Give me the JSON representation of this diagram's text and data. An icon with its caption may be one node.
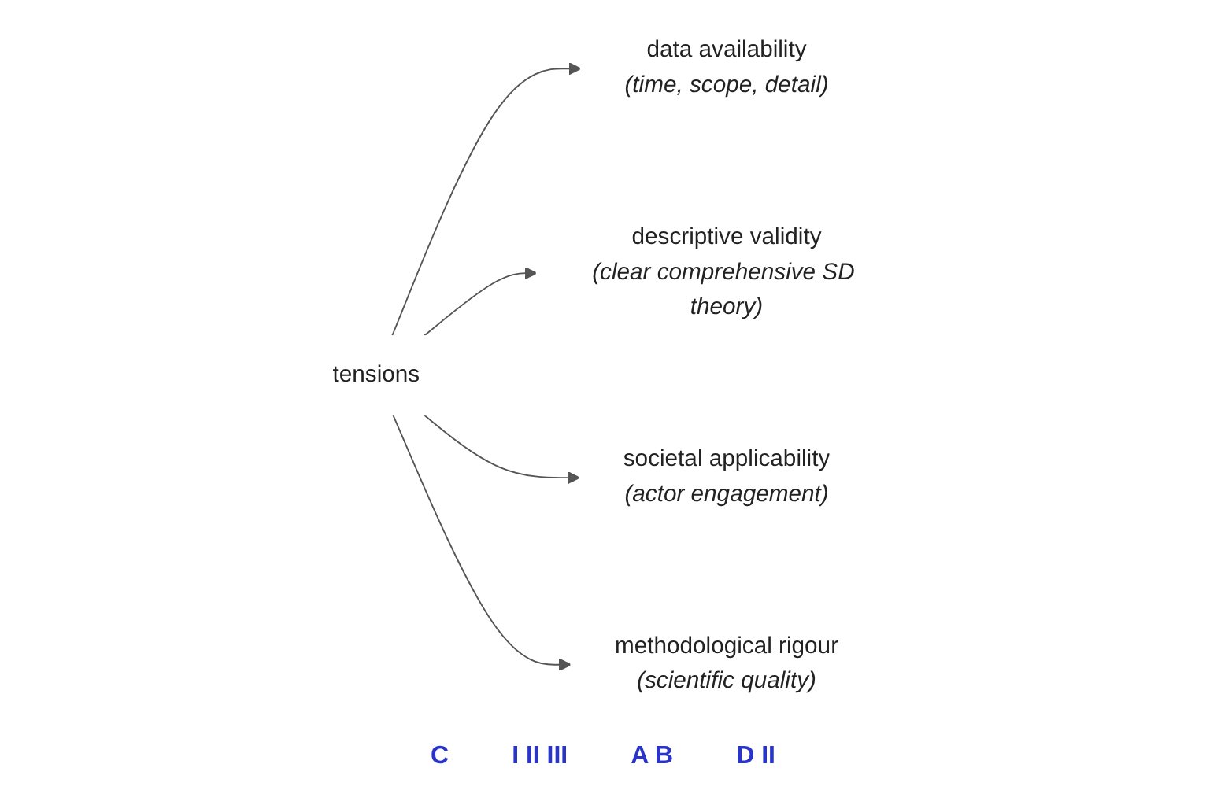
{
  "diagram": {
    "nodes": [
      {
        "text": [
          "data availability",
          "(time, scope, detail)"
        ]
      },
      {
        "text": [
          "descriptive validity",
          "(clear comprehensive SD theory)"
        ]
      },
      {
        "text": [
          "tensions"
        ]
      },
      {
        "text": [
          "societal applicability",
          "(actor engagement)"
        ]
      },
      {
        "text": [
          "methodological rigour",
          "(scientific quality)"
        ]
      }
    ],
    "edges": [
      {
        "from": 2,
        "to": 0,
        "arrow": "to"
      },
      {
        "from": 2,
        "to": 1,
        "arrow": "to"
      },
      {
        "from": 2,
        "to": 3,
        "arrow": "to"
      },
      {
        "from": 2,
        "to": 4,
        "arrow": "to"
      }
    ],
    "labels": [
      "C",
      "I II III",
      "A B",
      "D II"
    ]
  }
}
